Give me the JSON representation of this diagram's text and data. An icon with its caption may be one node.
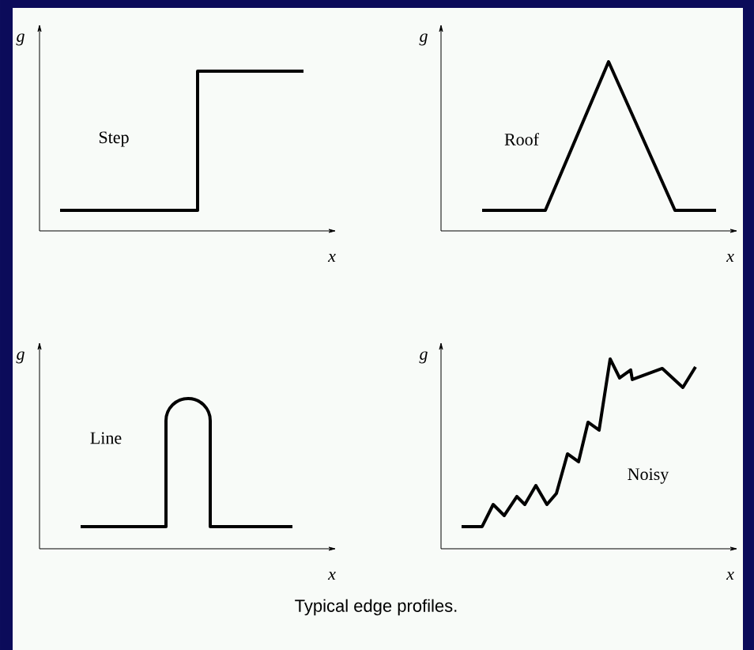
{
  "diagram": {
    "caption": "Typical edge profiles.",
    "labels": [
      "g",
      "g",
      "Step",
      "Roof",
      "x",
      "x",
      "g",
      "g",
      "Line",
      "Noisy",
      "x",
      "x"
    ]
  }
}
